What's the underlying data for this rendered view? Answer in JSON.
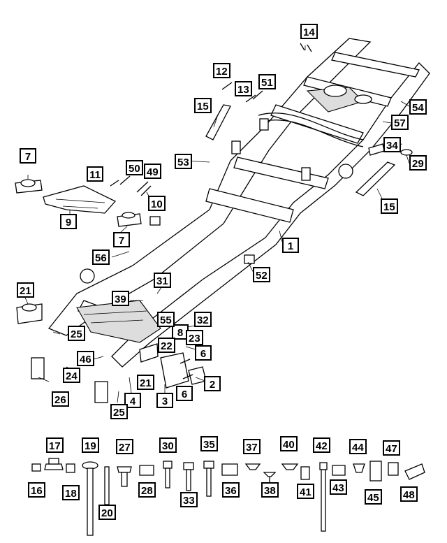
{
  "callouts": [
    {
      "id": "c1",
      "label": "1"
    },
    {
      "id": "c2",
      "label": "2"
    },
    {
      "id": "c3",
      "label": "3"
    },
    {
      "id": "c4",
      "label": "4"
    },
    {
      "id": "c6a",
      "label": "6"
    },
    {
      "id": "c6b",
      "label": "6"
    },
    {
      "id": "c7a",
      "label": "7"
    },
    {
      "id": "c7b",
      "label": "7"
    },
    {
      "id": "c8",
      "label": "8"
    },
    {
      "id": "c9",
      "label": "9"
    },
    {
      "id": "c10",
      "label": "10"
    },
    {
      "id": "c11",
      "label": "11"
    },
    {
      "id": "c12",
      "label": "12"
    },
    {
      "id": "c13",
      "label": "13"
    },
    {
      "id": "c14",
      "label": "14"
    },
    {
      "id": "c15a",
      "label": "15"
    },
    {
      "id": "c15b",
      "label": "15"
    },
    {
      "id": "c16",
      "label": "16"
    },
    {
      "id": "c17",
      "label": "17"
    },
    {
      "id": "c18",
      "label": "18"
    },
    {
      "id": "c19",
      "label": "19"
    },
    {
      "id": "c20",
      "label": "20"
    },
    {
      "id": "c21a",
      "label": "21"
    },
    {
      "id": "c21b",
      "label": "21"
    },
    {
      "id": "c22",
      "label": "22"
    },
    {
      "id": "c23",
      "label": "23"
    },
    {
      "id": "c24",
      "label": "24"
    },
    {
      "id": "c25a",
      "label": "25"
    },
    {
      "id": "c25b",
      "label": "25"
    },
    {
      "id": "c26",
      "label": "26"
    },
    {
      "id": "c27",
      "label": "27"
    },
    {
      "id": "c28",
      "label": "28"
    },
    {
      "id": "c29",
      "label": "29"
    },
    {
      "id": "c30",
      "label": "30"
    },
    {
      "id": "c31",
      "label": "31"
    },
    {
      "id": "c32",
      "label": "32"
    },
    {
      "id": "c33",
      "label": "33"
    },
    {
      "id": "c34",
      "label": "34"
    },
    {
      "id": "c35",
      "label": "35"
    },
    {
      "id": "c36",
      "label": "36"
    },
    {
      "id": "c37",
      "label": "37"
    },
    {
      "id": "c38",
      "label": "38"
    },
    {
      "id": "c39",
      "label": "39"
    },
    {
      "id": "c40",
      "label": "40"
    },
    {
      "id": "c41",
      "label": "41"
    },
    {
      "id": "c42",
      "label": "42"
    },
    {
      "id": "c43",
      "label": "43"
    },
    {
      "id": "c44",
      "label": "44"
    },
    {
      "id": "c45",
      "label": "45"
    },
    {
      "id": "c46",
      "label": "46"
    },
    {
      "id": "c47",
      "label": "47"
    },
    {
      "id": "c48",
      "label": "48"
    },
    {
      "id": "c49",
      "label": "49"
    },
    {
      "id": "c50",
      "label": "50"
    },
    {
      "id": "c51",
      "label": "51"
    },
    {
      "id": "c52",
      "label": "52"
    },
    {
      "id": "c53",
      "label": "53"
    },
    {
      "id": "c54",
      "label": "54"
    },
    {
      "id": "c55",
      "label": "55"
    },
    {
      "id": "c56",
      "label": "56"
    },
    {
      "id": "c57",
      "label": "57"
    }
  ]
}
